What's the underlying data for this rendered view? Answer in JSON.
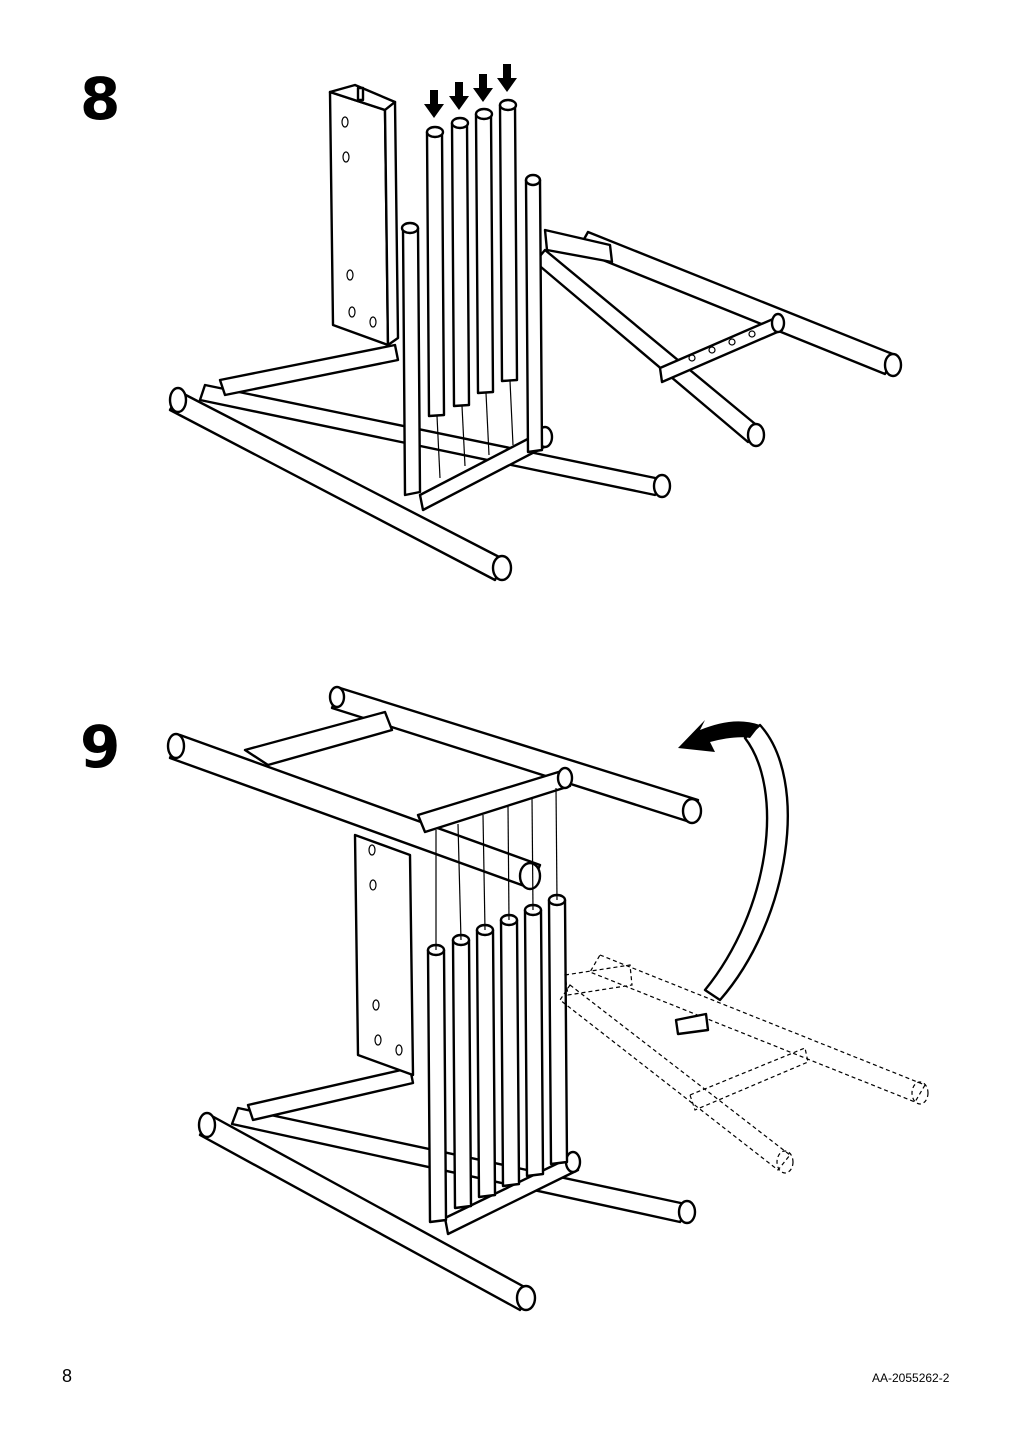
{
  "steps": [
    {
      "number": "8"
    },
    {
      "number": "9"
    }
  ],
  "footer": {
    "page_number": "8",
    "doc_code": "AA-2055262-2"
  },
  "colors": {
    "ink": "#000000",
    "paper": "#ffffff"
  }
}
